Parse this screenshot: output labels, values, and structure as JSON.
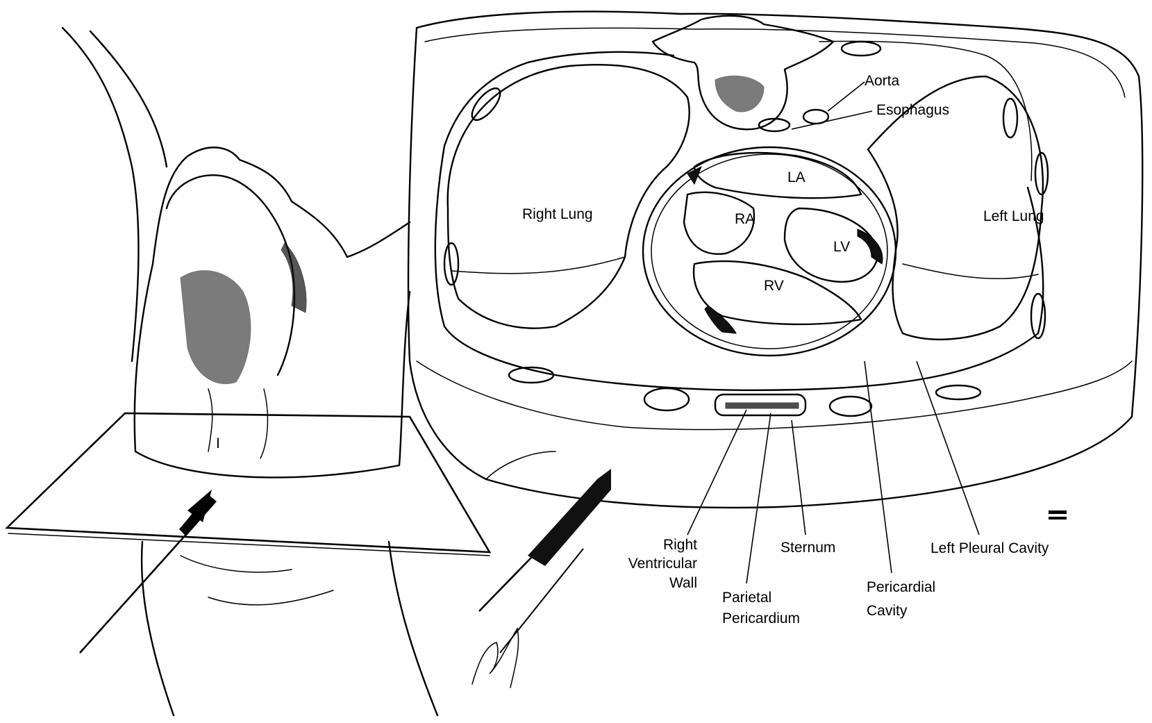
{
  "labels": {
    "aorta": "Aorta",
    "esophagus": "Esophagus",
    "la": "LA",
    "ra": "RA",
    "lv": "LV",
    "rv": "RV",
    "right_lung": "Right Lung",
    "left_lung": "Left Lung",
    "right_ventricular_wall": [
      "Right",
      "Ventricular",
      "Wall"
    ],
    "parietal_pericardium": [
      "Parietal",
      "Pericardium"
    ],
    "sternum": "Sternum",
    "pericardial_cavity": [
      "Pericardial",
      "Cavity"
    ],
    "left_pleural_cavity": "Left Pleural Cavity"
  }
}
